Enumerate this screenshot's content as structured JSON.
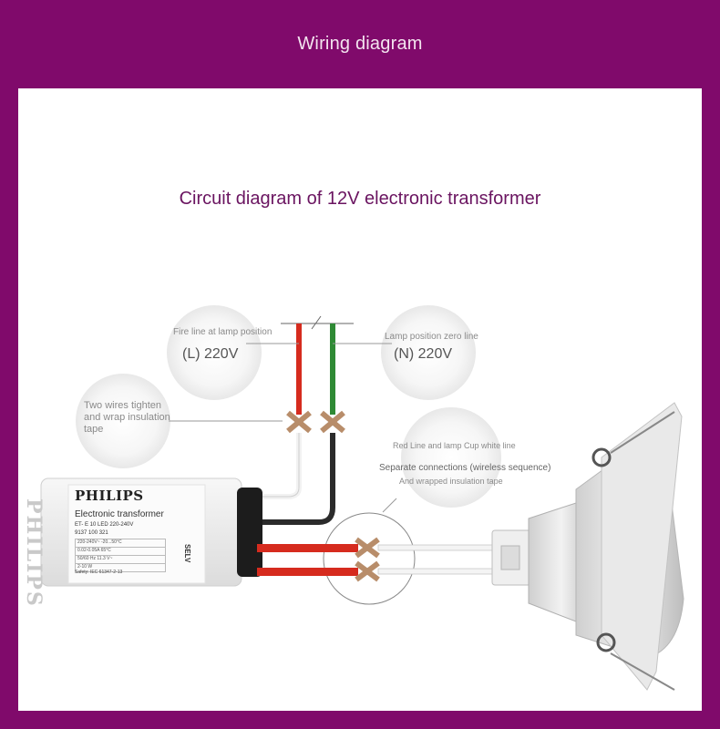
{
  "header": {
    "title": "Wiring diagram"
  },
  "diagram": {
    "title": "Circuit diagram of 12V electronic transformer",
    "fire_line_label": "Fire line at lamp position",
    "fire_line_voltage": "(L) 220V",
    "zero_line_label": "Lamp position zero line",
    "zero_line_voltage": "(N) 220V",
    "tape_label": "Two wires tighten and wrap insulation tape",
    "red_cup_label": "Red Line and lamp Cup white line",
    "separate_label": "Separate connections (wireless sequence)",
    "wrapped_label": "And wrapped insulation tape"
  },
  "transformer": {
    "brand": "PHILIPS",
    "name": "Electronic transformer",
    "model": "ET- E 10 LED 220-240V",
    "part_number": "9137 100 321",
    "spec_rows": [
      "220-240V~   -20...50°C",
      "0.02-0.05A   65°C",
      "50/60 Hz   11.3 V~",
      "2-10 W"
    ],
    "safety": "Safety: IEC 61347-2-13",
    "selv": "SELV"
  },
  "colors": {
    "brand_purple": "#800a6b",
    "title_purple": "#6a1460",
    "live_wire": "#d62b1e",
    "neutral_wire": "#2f8a35",
    "connector": "#b88d6a"
  }
}
